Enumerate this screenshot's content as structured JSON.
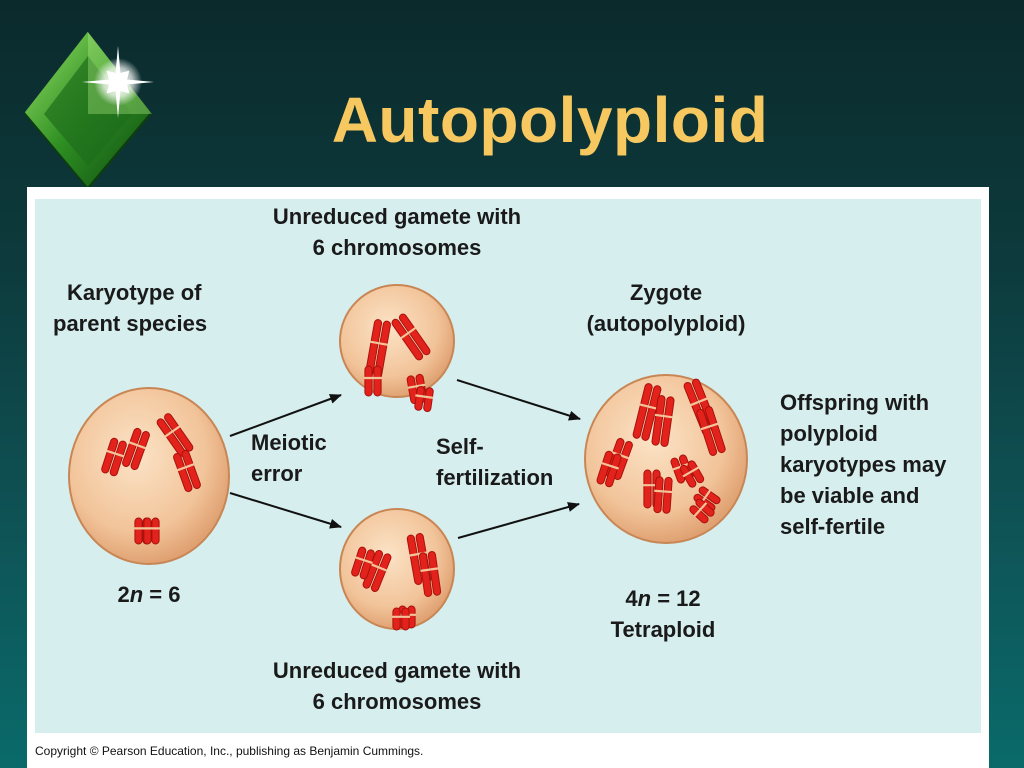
{
  "slide": {
    "title": "Autopolyploid"
  },
  "figure": {
    "parent_label_1": "Karyotype of",
    "parent_label_2": "parent species",
    "gamete_top_1": "Unreduced gamete with",
    "gamete_top_2": "6 chromosomes",
    "gamete_bottom_1": "Unreduced gamete with",
    "gamete_bottom_2": "6 chromosomes",
    "zygote_1": "Zygote",
    "zygote_2": "(autopolyploid)",
    "meiotic_1": "Meiotic",
    "meiotic_2": "error",
    "selffert_1": "Self-",
    "selffert_2": "fertilization",
    "offspring_1": "Offspring with",
    "offspring_2": "polyploid",
    "offspring_3": "karyotypes may",
    "offspring_4": "be viable and",
    "offspring_5": "self-fertile",
    "parent_count_prefix": "2",
    "parent_count_var": "n",
    "parent_count_suffix": " = 6",
    "zygote_count_prefix": "4",
    "zygote_count_var": "n",
    "zygote_count_suffix": " = 12",
    "zygote_type": "Tetraploid",
    "copyright": "Copyright © Pearson Education, Inc., publishing as Benjamin Cummings."
  },
  "colors": {
    "title": "#f6c85f",
    "cell_fill": "#f2c49a",
    "chromosome": "#e3221b",
    "panel": "#d6eeee"
  },
  "icons": {
    "logo": "green-diamond-starburst-icon"
  }
}
